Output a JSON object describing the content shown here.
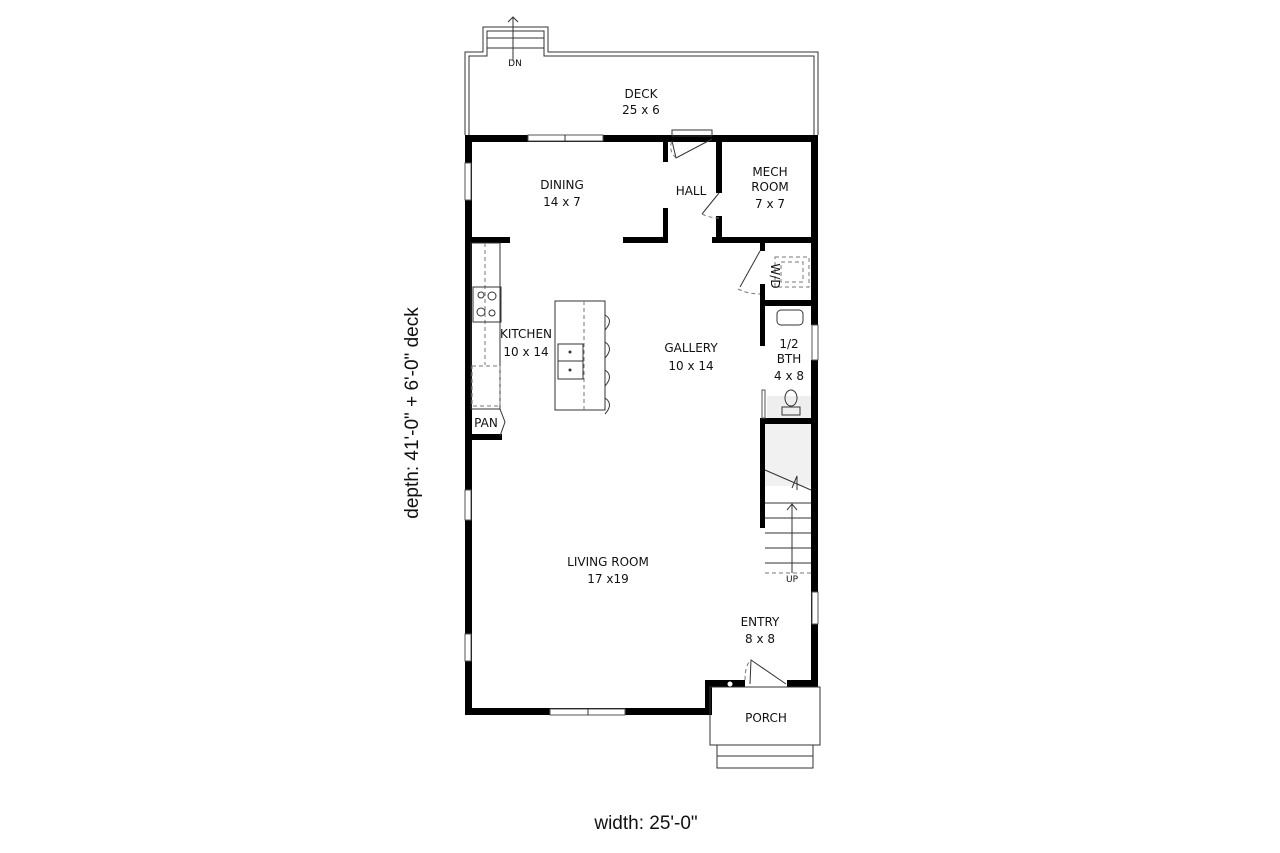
{
  "rooms": {
    "deck": {
      "name": "DECK",
      "size": "25 x 6"
    },
    "deck_stair": {
      "label": "DN"
    },
    "dining": {
      "name": "DINING",
      "size": "14 x 7"
    },
    "hall": {
      "name": "HALL"
    },
    "mech": {
      "name1": "MECH",
      "name2": "ROOM",
      "size": "7 x 7"
    },
    "laundry": {
      "name": "W/D"
    },
    "kitchen": {
      "name": "KITCHEN",
      "size": "10 x 14"
    },
    "pantry": {
      "name": "PAN"
    },
    "gallery": {
      "name": "GALLERY",
      "size": "10 x 14"
    },
    "half_bath": {
      "name1": "1/2",
      "name2": "BTH",
      "size": "4 x 8"
    },
    "stair": {
      "label": "UP"
    },
    "living": {
      "name": "LIVING ROOM",
      "size": "17 x19"
    },
    "entry": {
      "name": "ENTRY",
      "size": "8 x 8"
    },
    "porch": {
      "name": "PORCH"
    }
  },
  "dimensions": {
    "depth": "depth: 41'-0\" + 6'-0\" deck",
    "width": "width: 25'-0\""
  }
}
